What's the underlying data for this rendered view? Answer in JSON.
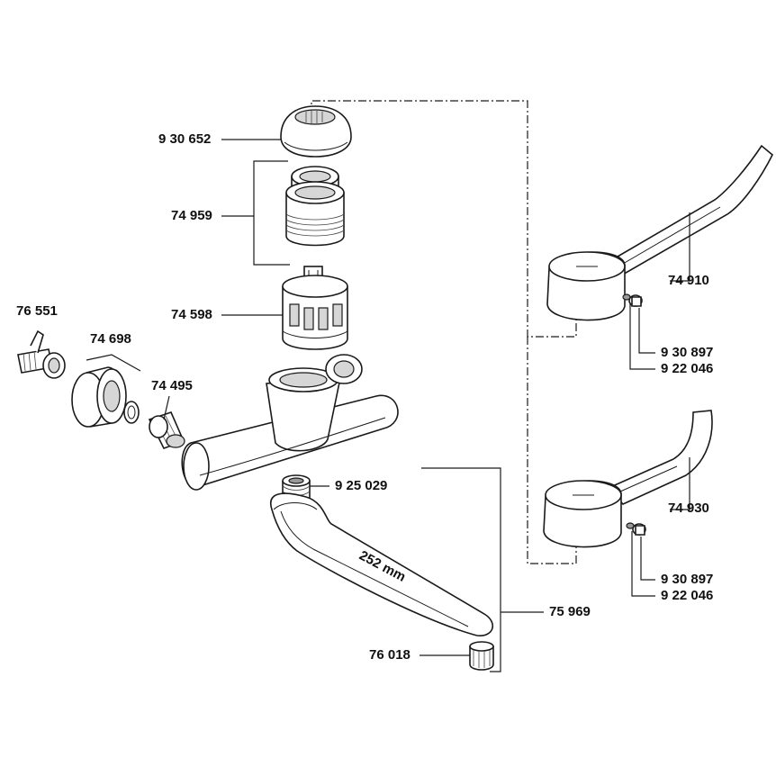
{
  "parts": [
    {
      "id": "p930652",
      "number": "9 30 652"
    },
    {
      "id": "p74959",
      "number": "74 959"
    },
    {
      "id": "p74598",
      "number": "74 598"
    },
    {
      "id": "p76551",
      "number": "76 551"
    },
    {
      "id": "p74698",
      "number": "74 698"
    },
    {
      "id": "p74495",
      "number": "74 495"
    },
    {
      "id": "p925029",
      "number": "9 25 029"
    },
    {
      "id": "p75969",
      "number": "75 969"
    },
    {
      "id": "p76018",
      "number": "76 018"
    },
    {
      "id": "p74910",
      "number": "74 910"
    },
    {
      "id": "p930897a",
      "number": "9 30 897"
    },
    {
      "id": "p922046a",
      "number": "9 22 046"
    },
    {
      "id": "p74930",
      "number": "74 930"
    },
    {
      "id": "p930897b",
      "number": "9 30 897"
    },
    {
      "id": "p922046b",
      "number": "9 22 046"
    }
  ],
  "annotations": {
    "spout_length": "252 mm"
  }
}
